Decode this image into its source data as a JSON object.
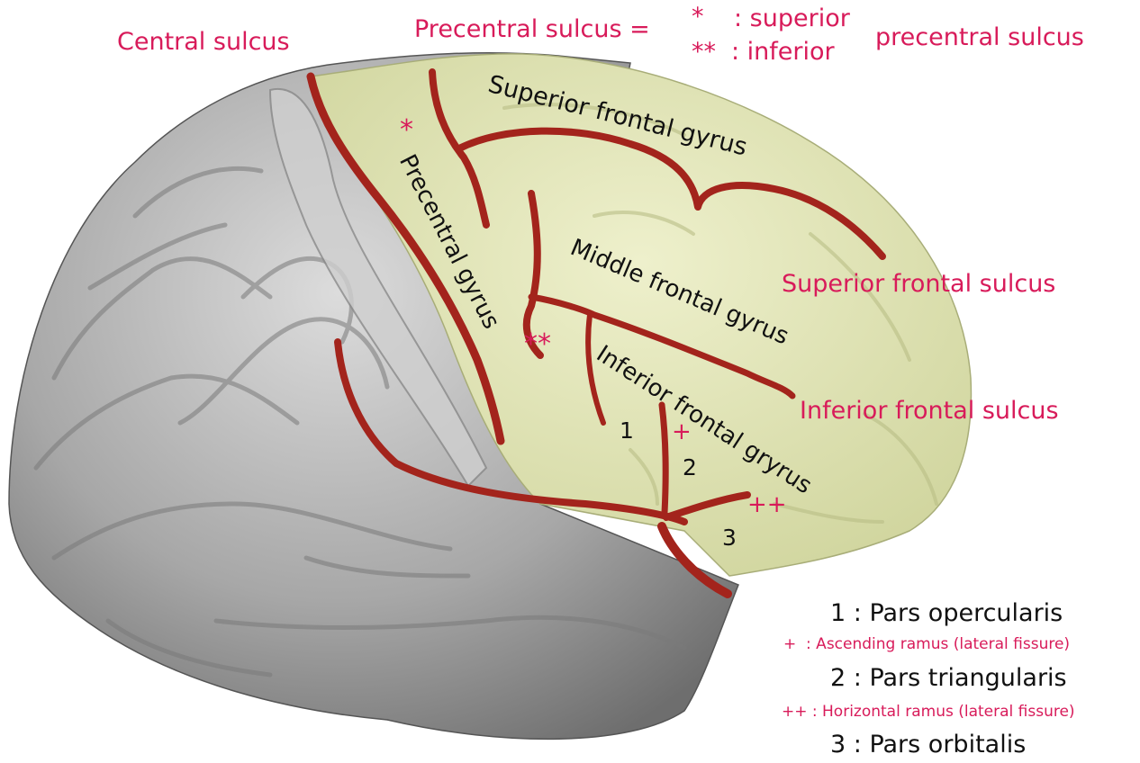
{
  "colors": {
    "label_pink": "#d81b5a",
    "label_black": "#111111",
    "frontal_lobe": "#e2e6b8",
    "sulcus_red": "#a3241c",
    "brain_grey": "#a9a9a9"
  },
  "labels": {
    "central_sulcus": "Central sulcus",
    "precentral_sulcus_prefix": "Precentral sulcus =",
    "star_single": "*",
    "star_double": "**",
    "superior_suffix": ": superior",
    "inferior_suffix": ": inferior",
    "precentral_sulcus_tail": "precentral sulcus",
    "superior_frontal_sulcus": "Superior frontal sulcus",
    "inferior_frontal_sulcus": "Inferior frontal sulcus"
  },
  "gyri": {
    "superior_frontal_gyrus": "Superior frontal gyrus",
    "precentral_gyrus": "Precentral gyrus",
    "middle_frontal_gyrus": "Middle frontal gyrus",
    "inferior_frontal_gyrus": "Inferior frontal gryrus"
  },
  "markers": {
    "star_single": "*",
    "star_double": "**",
    "plus": "+",
    "plus_plus": "++",
    "n1": "1",
    "n2": "2",
    "n3": "3"
  },
  "legend": {
    "item1": "1 : Pars opercularis",
    "plus_note": "+  : Ascending ramus (lateral fissure)",
    "item2": "2 : Pars triangularis",
    "plusplus_note": "++ : Horizontal ramus (lateral fissure)",
    "item3": "3 : Pars orbitalis"
  }
}
